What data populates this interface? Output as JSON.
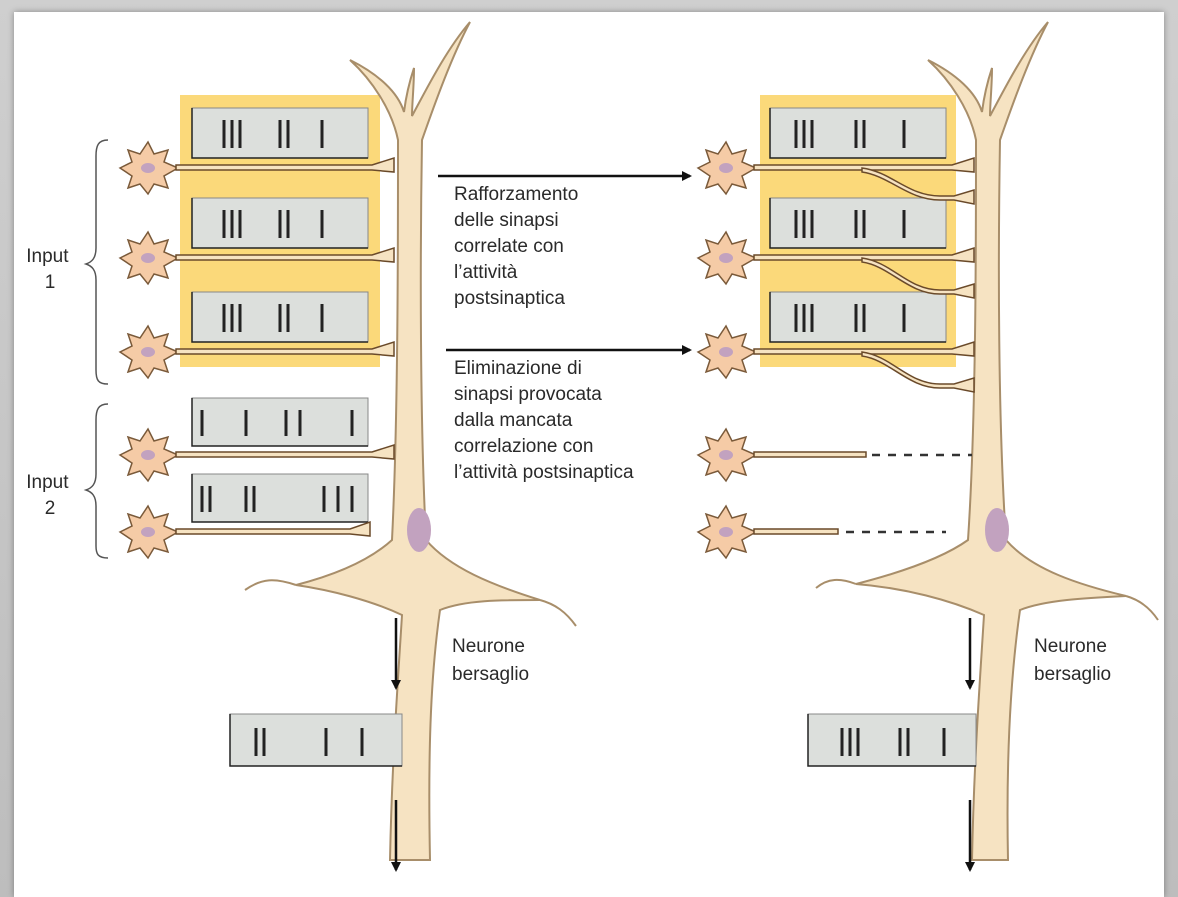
{
  "groups": {
    "input1": [
      "Input",
      "1"
    ],
    "input2": [
      "Input",
      "2"
    ]
  },
  "captions": {
    "strengthening": [
      "Rafforzamento",
      "delle sinapsi",
      "correlate con",
      "l’attività",
      "postsinaptica"
    ],
    "elimination": [
      "Eliminazione di",
      "sinapsi provocata",
      "dalla mancata",
      "correlazione con",
      "l’attività postsinaptica"
    ]
  },
  "target_left": [
    "Neurone",
    "bersaglio"
  ],
  "target_right": [
    "Neurone",
    "bersaglio"
  ],
  "colors": {
    "highlight": "#fbd97a",
    "trace_box": "#dcdfdc",
    "neuron_fill": "#f6e3c2",
    "neuron_stroke": "#a88e6a",
    "input_cell_fill": "#f5cba6",
    "nucleus": "#c2a2bf"
  }
}
